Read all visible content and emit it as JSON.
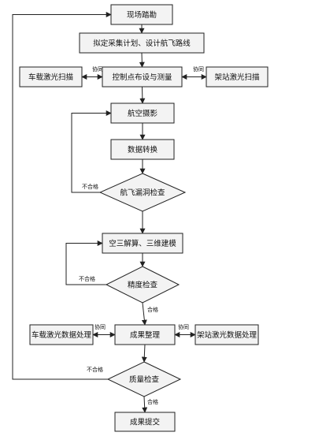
{
  "nodes": [
    {
      "id": "survey",
      "label": "现场踏勘",
      "shape": "rect"
    },
    {
      "id": "plan",
      "label": "拟定采集计划、设计航飞路线",
      "shape": "rect"
    },
    {
      "id": "vehicle_scan",
      "label": "车载激光扫描",
      "shape": "rect"
    },
    {
      "id": "control",
      "label": "控制点布设与测量",
      "shape": "rect"
    },
    {
      "id": "station_scan",
      "label": "架站激光扫描",
      "shape": "rect"
    },
    {
      "id": "aerial",
      "label": "航空摄影",
      "shape": "rect"
    },
    {
      "id": "convert",
      "label": "数据转换",
      "shape": "rect"
    },
    {
      "id": "gap_check",
      "label": "航飞漏洞检查",
      "shape": "diamond"
    },
    {
      "id": "aat",
      "label": "空三解算、三维建模",
      "shape": "rect"
    },
    {
      "id": "precision_check",
      "label": "精度检查",
      "shape": "diamond"
    },
    {
      "id": "vehicle_proc",
      "label": "车载激光数据处理",
      "shape": "rect"
    },
    {
      "id": "results",
      "label": "成果整理",
      "shape": "rect"
    },
    {
      "id": "station_proc",
      "label": "架站激光数据处理",
      "shape": "rect"
    },
    {
      "id": "quality_check",
      "label": "质量检查",
      "shape": "diamond"
    },
    {
      "id": "submit",
      "label": "成果提交",
      "shape": "rect"
    }
  ],
  "edges": [
    {
      "from": "survey",
      "to": "plan",
      "label": ""
    },
    {
      "from": "plan",
      "to": "control",
      "label": ""
    },
    {
      "from": "vehicle_scan",
      "to": "control",
      "label": "协同"
    },
    {
      "from": "station_scan",
      "to": "control",
      "label": "协同"
    },
    {
      "from": "control",
      "to": "aerial",
      "label": ""
    },
    {
      "from": "aerial",
      "to": "convert",
      "label": ""
    },
    {
      "from": "convert",
      "to": "gap_check",
      "label": ""
    },
    {
      "from": "gap_check",
      "to": "aerial",
      "label": "不合格"
    },
    {
      "from": "gap_check",
      "to": "aat",
      "label": ""
    },
    {
      "from": "aat",
      "to": "precision_check",
      "label": ""
    },
    {
      "from": "precision_check",
      "to": "aat",
      "label": "不合格"
    },
    {
      "from": "precision_check",
      "to": "results",
      "label": "合格"
    },
    {
      "from": "results",
      "to": "vehicle_proc",
      "label": "协同"
    },
    {
      "from": "results",
      "to": "station_proc",
      "label": "协同"
    },
    {
      "from": "results",
      "to": "quality_check",
      "label": ""
    },
    {
      "from": "quality_check",
      "to": "survey",
      "label": "不合格"
    },
    {
      "from": "quality_check",
      "to": "submit",
      "label": "合格"
    }
  ]
}
